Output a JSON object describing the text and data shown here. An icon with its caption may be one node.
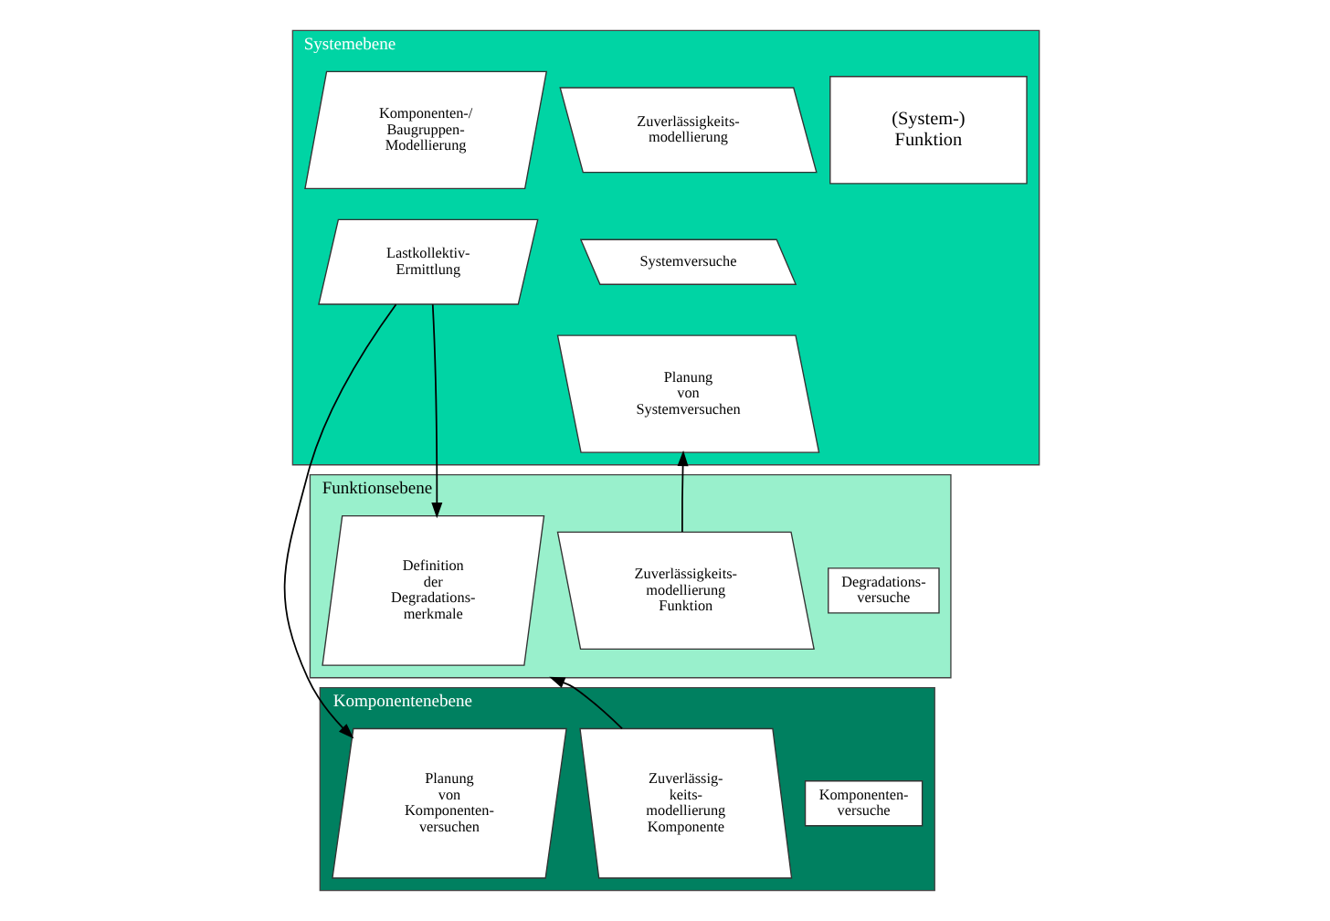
{
  "diagram": {
    "nodes": [
      {
        "text": [
          "Systemebene"
        ]
      },
      {
        "text": [
          "Komponenten-/ Baugruppen- Modellierung"
        ],
        "in": 0
      },
      {
        "text": [
          "(System-) Funktion"
        ],
        "in": 0
      },
      {
        "text": [
          "Zuverlässigkeits- modellierung"
        ],
        "in": 0
      },
      {
        "text": [
          "Systemversuche"
        ],
        "in": 0
      },
      {
        "text": [
          "Lastkollektiv- Ermittlung"
        ],
        "in": 0
      },
      {
        "text": [
          "Planung von Systemversuchen"
        ],
        "in": 0
      },
      {
        "text": [
          "Funktionsebene"
        ]
      },
      {
        "text": [
          "Definition der Degradations- merkmale"
        ],
        "in": 7
      },
      {
        "text": [
          "Degradations- versuche"
        ],
        "in": 7
      },
      {
        "text": [
          "Zuverlässigkeits- modellierung Funktion"
        ],
        "in": 7
      },
      {
        "text": [
          "Komponentenebene"
        ]
      },
      {
        "text": [
          "Planung von Komponenten- versuchen"
        ],
        "in": 11
      },
      {
        "text": [
          "Komponenten- versuche"
        ],
        "in": 11
      },
      {
        "text": [
          "Zuverlässig- keits- modellierung Komponente"
        ],
        "in": 11
      }
    ],
    "edges": [
      {
        "from": 5,
        "to": 8,
        "arrow": "to"
      },
      {
        "from": 5,
        "to": 12,
        "arrow": "to"
      },
      {
        "from": 10,
        "to": 6,
        "arrow": "to"
      },
      {
        "from": 14,
        "to": 7,
        "arrow": "to"
      }
    ]
  }
}
